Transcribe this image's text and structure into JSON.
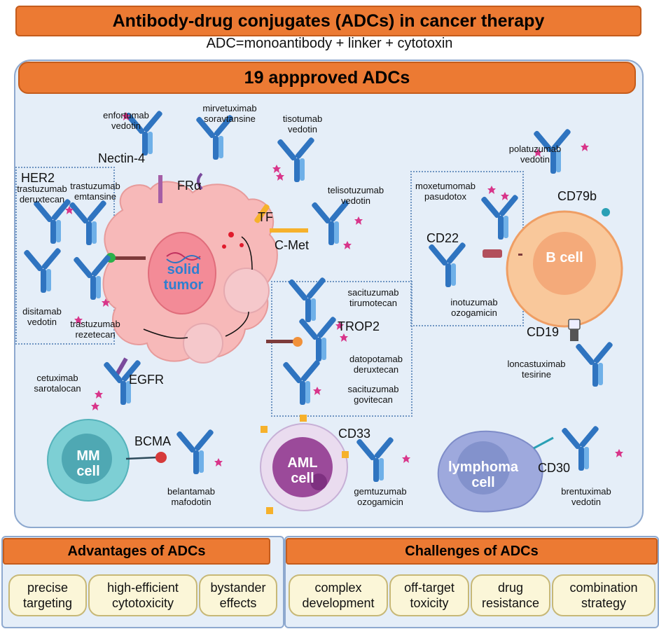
{
  "title": "Antibody-drug conjugates (ADCs) in cancer therapy",
  "formula": "ADC=monoantibody + linker + cytotoxin",
  "panel_title": "19 appproved ADCs",
  "targets": {
    "nectin4": "Nectin-4",
    "fra": "FRα",
    "her2": "HER2",
    "tf": "TF",
    "cmet": "C-Met",
    "trop2": "TROP2",
    "egfr": "EGFR",
    "cd79b": "CD79b",
    "cd22": "CD22",
    "cd19": "CD19",
    "bcma": "BCMA",
    "cd33": "CD33",
    "cd30": "CD30"
  },
  "cells": {
    "tumor_line1": "solid",
    "tumor_line2": "tumor",
    "bcell": "B cell",
    "mm_line1": "MM",
    "mm_line2": "cell",
    "aml_line1": "AML",
    "aml_line2": "cell",
    "lymphoma_line1": "lymphoma",
    "lymphoma_line2": "cell"
  },
  "drugs": {
    "enfortumab": [
      "enfortumab",
      "vedotin"
    ],
    "mirvetuximab": [
      "mirvetuximab",
      "soravtansine"
    ],
    "tisotumab": [
      "tisotumab",
      "vedotin"
    ],
    "telisotuzumab": [
      "telisotuzumab",
      "vedotin"
    ],
    "trastuzumab_d": [
      "trastuzumab",
      "deruxtecan"
    ],
    "trastuzumab_e": [
      "trastuzumab",
      "emtansine"
    ],
    "disitamab": [
      "disitamab",
      "vedotin"
    ],
    "trastuzumab_r": [
      "trastuzumab",
      "rezetecan"
    ],
    "cetuximab": [
      "cetuximab",
      "sarotalocan"
    ],
    "sacituzumab_t": [
      "sacituzumab",
      "tirumotecan"
    ],
    "datopotamab": [
      "datopotamab",
      "deruxtecan"
    ],
    "sacituzumab_g": [
      "sacituzumab",
      "govitecan"
    ],
    "polatuzumab": [
      "polatuzumab",
      "vedotin"
    ],
    "moxetumomab": [
      "moxetumomab",
      "pasudotox"
    ],
    "inotuzumab": [
      "inotuzumab",
      "ozogamicin"
    ],
    "loncastuximab": [
      "loncastuximab",
      "tesirine"
    ],
    "belantamab": [
      "belantamab",
      "mafodotin"
    ],
    "gemtuzumab": [
      "gemtuzumab",
      "ozogamicin"
    ],
    "brentuximab": [
      "brentuximab",
      "vedotin"
    ]
  },
  "advantages": {
    "title": "Advantages of ADCs",
    "items": [
      [
        "precise",
        "targeting"
      ],
      [
        "high-efficient",
        "cytotoxicity"
      ],
      [
        "bystander",
        "effects"
      ]
    ]
  },
  "challenges": {
    "title": "Challenges of ADCs",
    "items": [
      [
        "complex",
        "development"
      ],
      [
        "off-target",
        "toxicity"
      ],
      [
        "drug",
        "resistance"
      ],
      [
        "combination",
        "strategy"
      ]
    ]
  },
  "colors": {
    "banner": "#ec7a33",
    "panel": "#e5eef8",
    "tumor": "#f7b9b9",
    "bcell": "#f9c89b",
    "mm": "#7dcfd4",
    "aml": "#9b4a9a",
    "lymphoma": "#9ea9dd",
    "antibody": "#2f74c0",
    "payload": "#d8358a"
  }
}
